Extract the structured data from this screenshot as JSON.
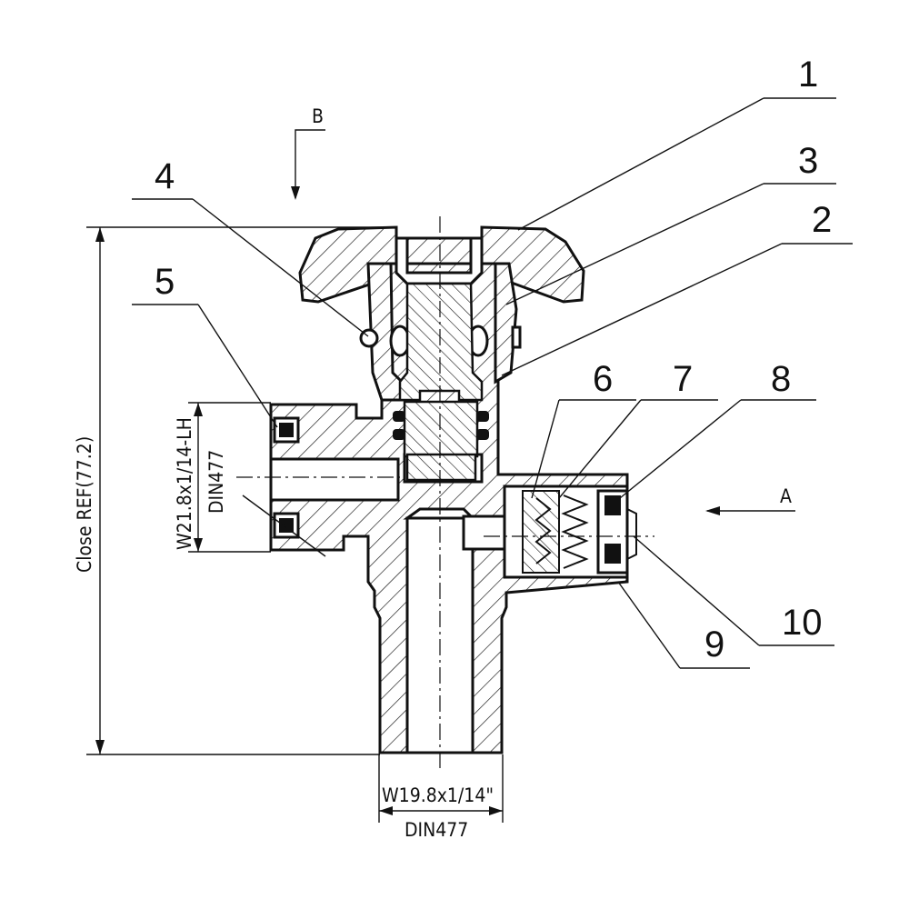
{
  "section_marks": {
    "top": "B",
    "side": "A"
  },
  "part_numbers": [
    "1",
    "2",
    "3",
    "4",
    "5",
    "6",
    "7",
    "8",
    "9",
    "10"
  ],
  "dimensions": {
    "overall_height": "Close REF(77.2)",
    "outlet_thread": "W21.8x1/14-LH",
    "outlet_standard": "DIN477",
    "inlet_thread": "W19.8x1/14\"",
    "inlet_standard": "DIN477"
  }
}
